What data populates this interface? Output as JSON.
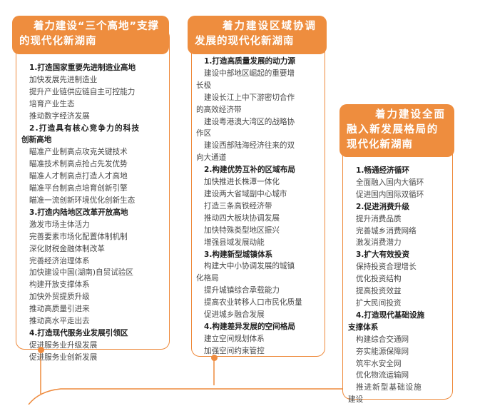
{
  "accent_color": "#ee8d3e",
  "columns": [
    {
      "title_lines": [
        "着力建设“三个高地”支撑",
        "的现代化新湖南"
      ],
      "sections": [
        {
          "heading": [
            "1.打造国家重要先进制造业高地"
          ],
          "items": [
            "加快发展先进制造业",
            "提升产业链供应链自主可控能力",
            "培育产业生态",
            "推动数字经济发展"
          ]
        },
        {
          "heading": [
            "2.打造具有核心竞争力的科技",
            "创新高地"
          ],
          "items": [
            "瞄准产业制高点攻克关键技术",
            "瞄准技术制高点抢占先发优势",
            "瞄准人才制高点打造人才高地",
            "瞄准平台制高点培育创新引擎",
            "瞄准一流创新环境优化创新生态"
          ]
        },
        {
          "heading": [
            "3.打造内陆地区改革开放高地"
          ],
          "items": [
            "激发市场主体活力",
            "完善要素市场化配置体制机制",
            "深化财税金融体制改革",
            "完善经济治理体系",
            "加快建设中国(湖南)自贸试验区",
            "构建开放支撑体系",
            "加快外贸提质升级",
            "推动高质量引进来",
            "推动高水平走出去"
          ]
        },
        {
          "heading": [
            "4.打造现代服务业发展引领区"
          ],
          "items": [
            "促进服务业升级发展",
            "促进服务业创新发展"
          ]
        }
      ]
    },
    {
      "title_lines": [
        "着力建设区域协调",
        "发展的现代化新湖南"
      ],
      "sections": [
        {
          "heading": [
            "1.打造高质量发展的动力源"
          ],
          "items": [
            [
              "建设中部地区崛起的重要增",
              "长极"
            ],
            [
              "建设长江上中下游密切合作",
              "的高效经济带"
            ],
            [
              "建设粤港澳大湾区的战略协",
              "作区"
            ],
            [
              "建设西部陆海经济往来的双",
              "向大通道"
            ]
          ]
        },
        {
          "heading": [
            "2.构建优势互补的区域布局"
          ],
          "items": [
            "加快推进长株潭一体化",
            "建设两大省域副中心城市",
            "打造三条高铁经济带",
            "推动四大板块协调发展",
            "加快特殊类型地区振兴",
            "增强县域发展动能"
          ]
        },
        {
          "heading": [
            "3.构建新型城镇体系"
          ],
          "items": [
            [
              "构建大中小协调发展的城镇",
              "化格局"
            ],
            "提升城镇综合承载能力",
            "提高农业转移人口市民化质量",
            "促进城乡融合发展"
          ]
        },
        {
          "heading": [
            "4.构建差异发展的空间格局"
          ],
          "items": [
            "建立空间规划体系",
            "加强空间约束管控"
          ]
        }
      ]
    },
    {
      "title_lines": [
        "着力建设全面",
        "融入新发展格局的",
        "现代化新湖南"
      ],
      "sections": [
        {
          "heading": [
            "1.畅通经济循环"
          ],
          "items": [
            "全面融入国内大循环",
            "促进国内国际双循环"
          ]
        },
        {
          "heading": [
            "2.促进消费升级"
          ],
          "items": [
            "提升消费品质",
            "完善城乡消费网络",
            "激发消费潜力"
          ]
        },
        {
          "heading": [
            "3.扩大有效投资"
          ],
          "items": [
            "保持投资合理增长",
            "优化投资结构",
            "提高投资效益",
            "扩大民间投资"
          ]
        },
        {
          "heading": [
            "4.打造现代基础设施",
            "支撑体系"
          ],
          "items": [
            "构建综合交通网",
            "夯实能源保障网",
            "筑牢水安全网",
            "优化物流运输网",
            [
              "推进新型基础设施",
              "建设"
            ]
          ]
        }
      ]
    }
  ]
}
